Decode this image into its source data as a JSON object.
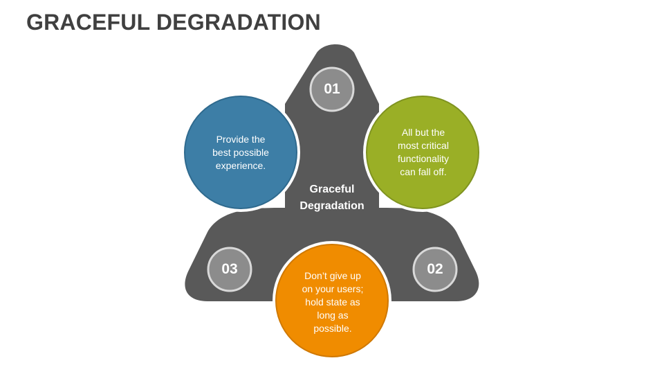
{
  "title": "GRACEFUL DEGRADATION",
  "center": {
    "line1": "Graceful",
    "line2": "Degradation"
  },
  "steps": [
    {
      "number": "01"
    },
    {
      "number": "02"
    },
    {
      "number": "03"
    }
  ],
  "circles": {
    "blue": {
      "text": "Provide the best possible experience.",
      "color": "#3d7ea6"
    },
    "green": {
      "text": "All but the most critical functionality can fall off.",
      "color": "#9aaf26"
    },
    "orange": {
      "text": "Don’t give up on your users; hold state as long as possible.",
      "color": "#f08c00"
    }
  },
  "colors": {
    "shape": "#595959",
    "badge": "#8c8c8c",
    "badge_ring": "#d9d9d9"
  }
}
